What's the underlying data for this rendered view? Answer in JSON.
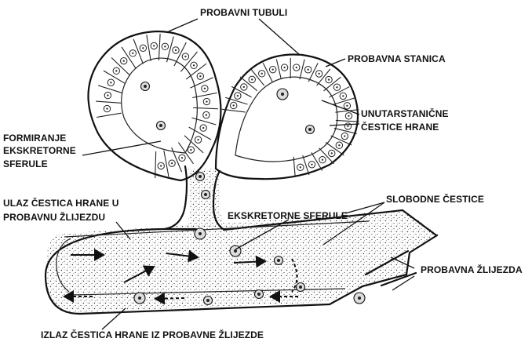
{
  "labels": {
    "probavni_tubuli": "PROBAVNI TUBULI",
    "probavna_stanica": "PROBAVNA STANICA",
    "unutarstanicne_1": "UNUTARSTANIČNE",
    "unutarstanicne_2": "ČESTICE HRANE",
    "formiranje_1": "FORMIRANJE",
    "formiranje_2": "EKSKRETORNE",
    "formiranje_3": "SFERULE",
    "ulaz_1": "ULAZ ČESTICA HRANE U",
    "ulaz_2": "PROBAVNU ŽLIJEZDU",
    "ekskretorne_sferule": "EKSKRETORNE SFERULE",
    "slobodne_cestice": "SLOBODNE ČESTICE",
    "probavna_zlijezda": "PROBAVNA ŽLIJEZDA",
    "izlaz": "IZLAZ ČESTICA HRANE IZ PROBAVNE ŽLIJEZDE"
  },
  "colors": {
    "ink": "#111111",
    "background": "#ffffff",
    "stipple": "#333333"
  }
}
